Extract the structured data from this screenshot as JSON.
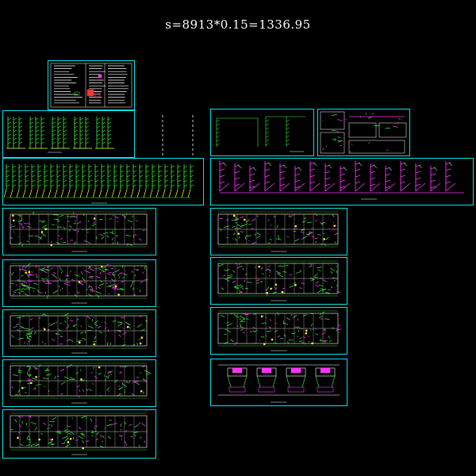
{
  "drawing": {
    "title": "s=8913*0.15=1336.95"
  },
  "colors": {
    "background": "#000000",
    "frame": "#00e5e5",
    "pipe_green": "#33ff33",
    "pipe_magenta": "#ff33ff",
    "wall_white": "#ffffff",
    "accent_yellow": "#ffff33",
    "accent_red": "#ff3333"
  },
  "sheets": [
    {
      "id": "legend",
      "kind": "legend-table"
    },
    {
      "id": "riser-diagram-a",
      "kind": "riser-small"
    },
    {
      "id": "riser-diagram-b",
      "kind": "riser-long"
    },
    {
      "id": "floor-plan-1",
      "kind": "plan"
    },
    {
      "id": "floor-plan-2",
      "kind": "plan"
    },
    {
      "id": "floor-plan-3",
      "kind": "plan"
    },
    {
      "id": "floor-plan-4",
      "kind": "plan"
    },
    {
      "id": "floor-plan-5",
      "kind": "plan"
    },
    {
      "id": "system-diagram-a",
      "kind": "system-small"
    },
    {
      "id": "detail-sheet",
      "kind": "details"
    },
    {
      "id": "system-diagram-b",
      "kind": "system-long"
    },
    {
      "id": "floor-plan-6",
      "kind": "plan"
    },
    {
      "id": "floor-plan-7",
      "kind": "plan"
    },
    {
      "id": "floor-plan-8",
      "kind": "plan"
    },
    {
      "id": "floor-plan-9",
      "kind": "plan-roof"
    }
  ]
}
